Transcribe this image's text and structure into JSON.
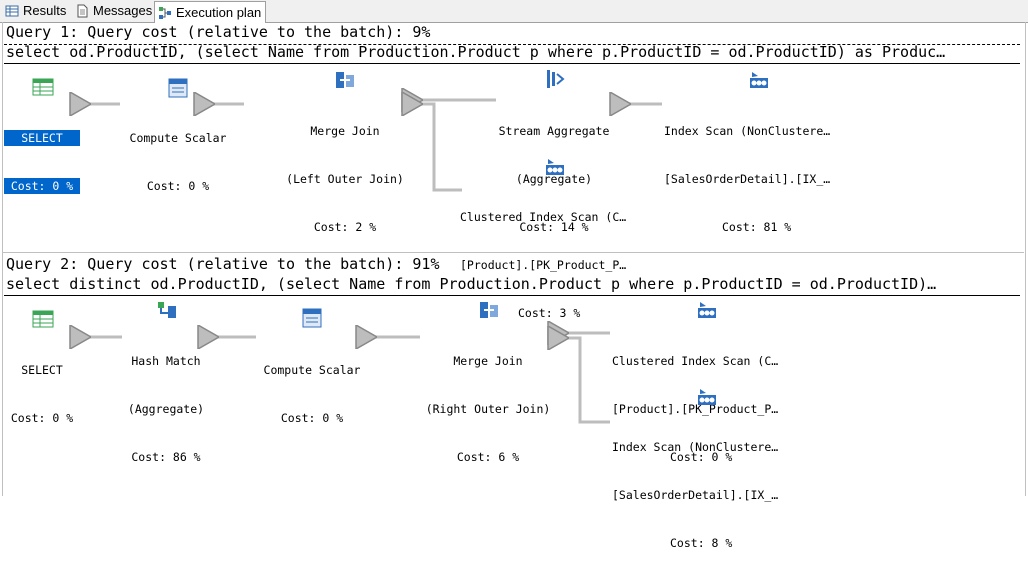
{
  "tabs": [
    {
      "label": "Results",
      "icon": "grid-icon"
    },
    {
      "label": "Messages",
      "icon": "document-icon"
    },
    {
      "label": "Execution plan",
      "icon": "plan-icon",
      "active": true
    }
  ],
  "queries": [
    {
      "header": "Query 1: Query cost (relative to the batch): 9%",
      "sql": "select od.ProductID, (select Name from Production.Product p where p.ProductID = od.ProductID) as Produc…",
      "nodes": {
        "select": {
          "l1": "SELECT",
          "l2": "Cost: 0 %"
        },
        "compute_scalar": {
          "l1": "Compute Scalar",
          "l2": "Cost: 0 %"
        },
        "merge_join": {
          "l1": "Merge Join",
          "l2": "(Left Outer Join)",
          "l3": "Cost: 2 %"
        },
        "stream_aggregate": {
          "l1": "Stream Aggregate",
          "l2": "(Aggregate)",
          "l3": "Cost: 14 %"
        },
        "index_scan": {
          "l1": "Index Scan (NonClustere…",
          "l2": "[SalesOrderDetail].[IX_…",
          "l3": "Cost: 81 %"
        },
        "clustered_scan": {
          "l1": "Clustered Index Scan (C…",
          "l2": "[Product].[PK_Product_P…",
          "l3": "Cost: 3 %"
        }
      }
    },
    {
      "header": "Query 2: Query cost (relative to the batch): 91%",
      "sql": "select distinct od.ProductID, (select Name from Production.Product p where p.ProductID = od.ProductID)…",
      "nodes": {
        "select": {
          "l1": "SELECT",
          "l2": "Cost: 0 %"
        },
        "hash_match": {
          "l1": "Hash Match",
          "l2": "(Aggregate)",
          "l3": "Cost: 86 %"
        },
        "compute_scalar": {
          "l1": "Compute Scalar",
          "l2": "Cost: 0 %"
        },
        "merge_join": {
          "l1": "Merge Join",
          "l2": "(Right Outer Join)",
          "l3": "Cost: 6 %"
        },
        "clustered_scan": {
          "l1": "Clustered Index Scan (C…",
          "l2": "[Product].[PK_Product_P…",
          "l3": "Cost: 0 %"
        },
        "index_scan": {
          "l1": "Index Scan (NonClustere…",
          "l2": "[SalesOrderDetail].[IX_…",
          "l3": "Cost: 8 %"
        }
      }
    }
  ],
  "colors": {
    "selection": "#0066cc",
    "arrow": "#a0a0a0",
    "icon_blue": "#2f6fbf",
    "icon_green": "#3aa655"
  }
}
